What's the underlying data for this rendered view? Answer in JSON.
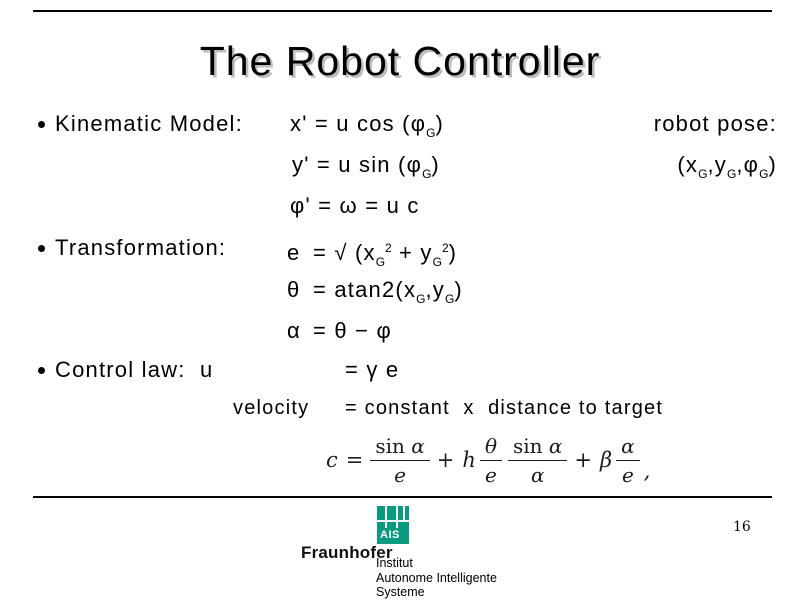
{
  "slide": {
    "title": "The Robot Controller",
    "page_number": "16"
  },
  "kinematic": {
    "label": "Kinematic Model:",
    "eq_x": {
      "p1": "x' = u cos (φ",
      "s1": "G",
      "p2": ")"
    },
    "eq_y": {
      "p1": "y' = u sin (φ",
      "s1": "G",
      "p2": ")"
    },
    "eq_phi": {
      "p1": "φ' = ω = u c"
    },
    "pose_label": "robot pose:",
    "pose": {
      "p1": "(x",
      "s1": "G",
      "p2": ",y",
      "s2": "G",
      "p3": ",φ",
      "s3": "G",
      "p4": ")"
    }
  },
  "transformation": {
    "label": "Transformation:",
    "eq_e": {
      "lhs": "e",
      "eq": "= ",
      "p1": "√ (x",
      "s1": "G",
      "u1": "2",
      "p2": " + y",
      "s2": "G",
      "u2": "2",
      "p3": ")"
    },
    "eq_theta": {
      "lhs": "θ",
      "eq": "= ",
      "p1": "atan2(x",
      "s1": "G",
      "p2": ",y",
      "s2": "G",
      "p3": ")"
    },
    "eq_alpha": {
      "lhs": "α",
      "eq": "= ",
      "p1": "θ − φ"
    }
  },
  "control": {
    "label": "Control law:",
    "row1": {
      "lhs": "u",
      "rhs": "= γ e"
    },
    "row2": {
      "lhs": "velocity",
      "rhs": "= constant  x  distance to target"
    }
  },
  "formula": {
    "lhs": "c",
    "equals": "=",
    "term1": {
      "num_fn": "sin ",
      "num_arg": "α",
      "den": "e"
    },
    "plus1": "+",
    "coef2": "h",
    "term2a": {
      "num": "θ",
      "den": "e"
    },
    "term2b": {
      "num_fn": "sin ",
      "num_arg": "α",
      "den": "α"
    },
    "plus2": "+",
    "coef3": "β",
    "term3": {
      "num": "α",
      "den": "e"
    },
    "trailing": ","
  },
  "logo": {
    "ais_label": "AIS",
    "brand": "Fraunhofer",
    "line1": "Institut",
    "line2": "Autonome Intelligente",
    "line3": "Systeme"
  },
  "colors": {
    "teal": "#0a9a7f"
  }
}
